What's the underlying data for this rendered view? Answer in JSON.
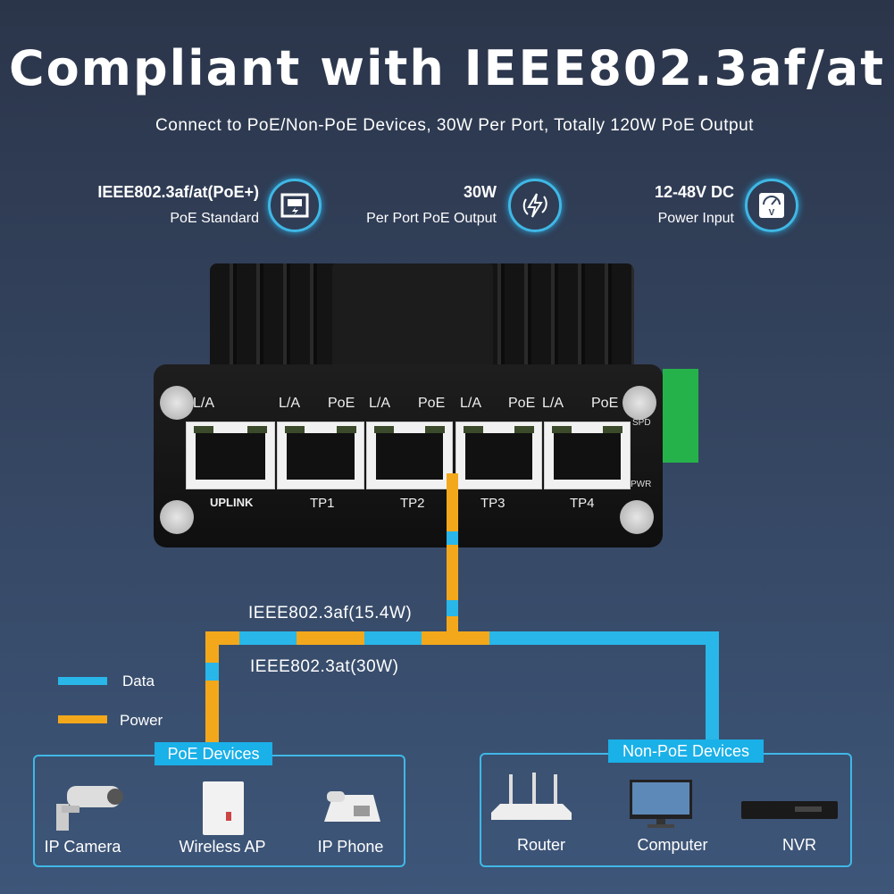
{
  "title": "Compliant with IEEE802.3af/at",
  "subtitle": "Connect to PoE/Non-PoE Devices, 30W Per Port, Totally 120W PoE Output",
  "features": [
    {
      "value": "IEEE802.3af/at(PoE+)",
      "label": "PoE Standard",
      "icon": "ethernet-port-bolt-icon"
    },
    {
      "value": "30W",
      "label": "Per Port PoE Output",
      "icon": "lightning-bolt-icon"
    },
    {
      "value": "12-48V DC",
      "label": "Power Input",
      "icon": "voltmeter-icon"
    }
  ],
  "device": {
    "port_labels": [
      "L/A",
      "L/A",
      "PoE",
      "L/A",
      "PoE",
      "L/A",
      "PoE",
      "L/A",
      "PoE"
    ],
    "ports": [
      "UPLINK",
      "TP1",
      "TP2",
      "TP3",
      "TP4"
    ],
    "leds": [
      "SPD",
      "PWR"
    ]
  },
  "standards": {
    "af": "IEEE802.3af(15.4W)",
    "at": "IEEE802.3at(30W)"
  },
  "legend": {
    "data": "Data",
    "power": "Power"
  },
  "colors": {
    "data": "#29b6e8",
    "power": "#f3a81c"
  },
  "poe_group": {
    "title": "PoE Devices",
    "devices": [
      "IP Camera",
      "Wireless AP",
      "IP Phone"
    ]
  },
  "nonpoe_group": {
    "title": "Non-PoE Devices",
    "devices": [
      "Router",
      "Computer",
      "NVR"
    ]
  }
}
